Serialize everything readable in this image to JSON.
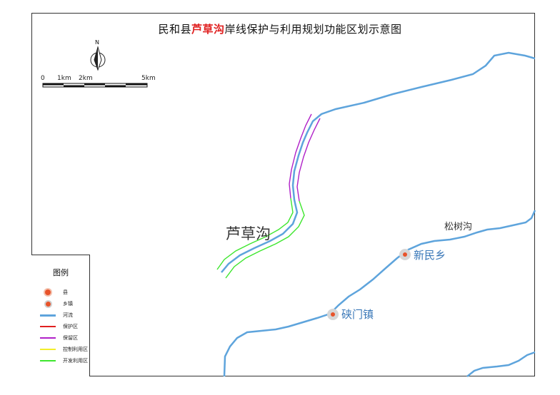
{
  "title": {
    "prefix": "民和县",
    "highlight": "芦草沟",
    "suffix": "岸线保护与利用规划功能区划示意图"
  },
  "north_arrow": {
    "label": "N"
  },
  "scale_bar": {
    "labels": [
      "0",
      "1km",
      "2km",
      "5km"
    ]
  },
  "places": {
    "main_river": "芦草沟",
    "tributary": "松树沟",
    "town_1": "新民乡",
    "town_2": "硖门镇"
  },
  "legend": {
    "title": "图例",
    "items": [
      {
        "label": "县",
        "symbol": "county-point",
        "color": "#e8532a"
      },
      {
        "label": "乡镇",
        "symbol": "town-point",
        "color": "#e8532a"
      },
      {
        "label": "河流",
        "symbol": "line",
        "color": "#5ea4dc"
      },
      {
        "label": "保护区",
        "symbol": "line",
        "color": "#e02020"
      },
      {
        "label": "保留区",
        "symbol": "line",
        "color": "#b021c8"
      },
      {
        "label": "控制利用区",
        "symbol": "line",
        "color": "#f3ee2a"
      },
      {
        "label": "开发利用区",
        "symbol": "line",
        "color": "#3ee62e"
      }
    ]
  },
  "colors": {
    "river": "#5ea4dc",
    "reserve": "#b021c8",
    "development": "#3ee62e",
    "label_blue": "#3a78b8"
  }
}
